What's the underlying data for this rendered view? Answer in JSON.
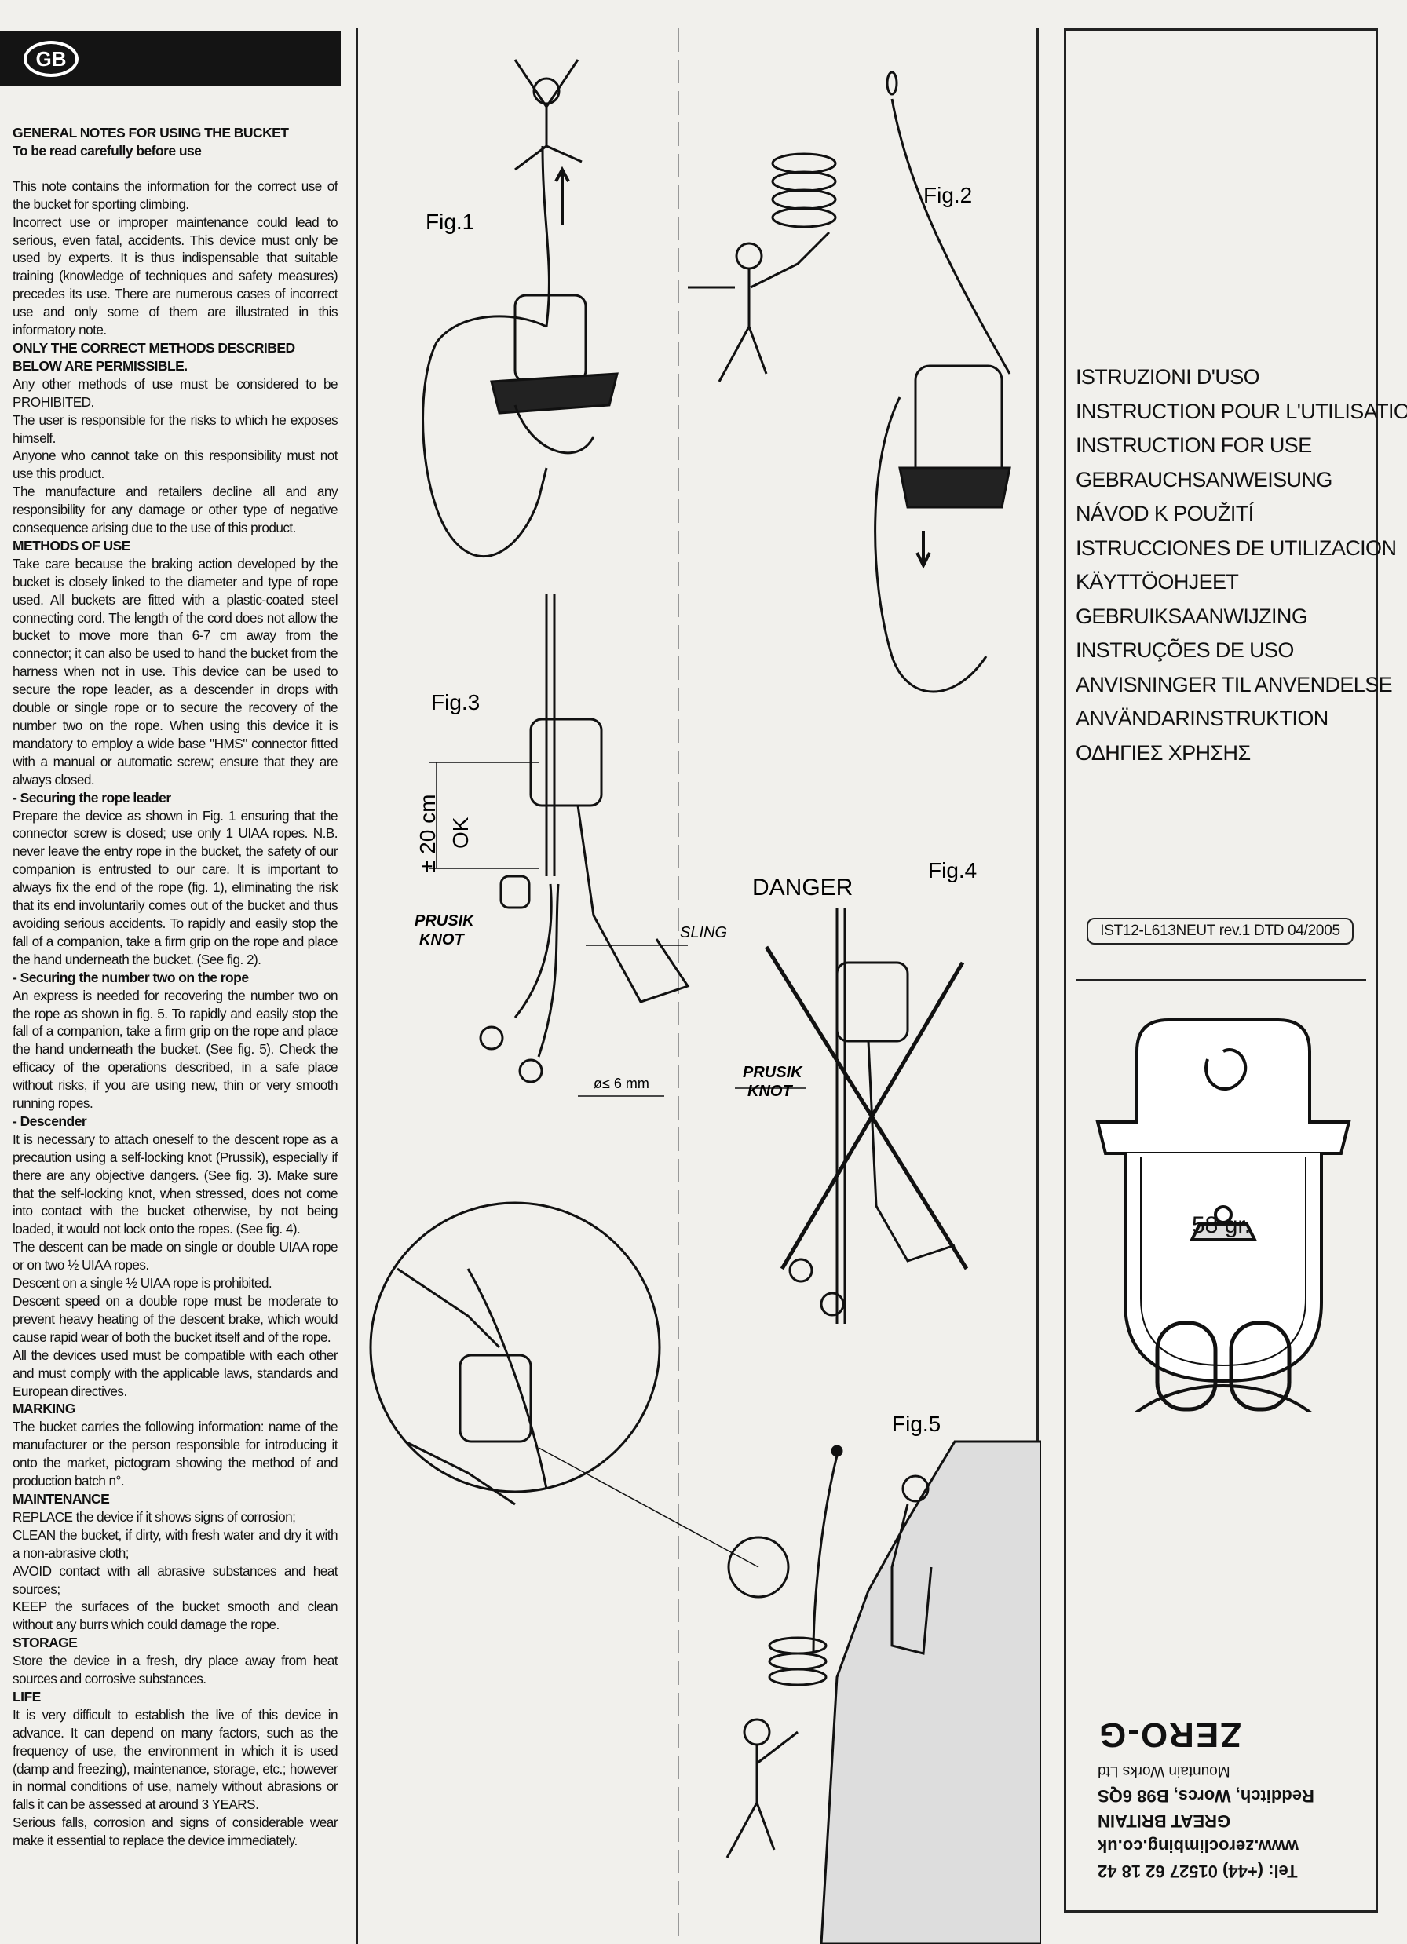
{
  "lang_badge": "GB",
  "left": {
    "title": "GENERAL NOTES FOR USING THE BUCKET",
    "subtitle": "To be read carefully before use",
    "intro": "This note contains the information for the correct use of the bucket for sporting climbing.",
    "p_incorrect": "Incorrect use or improper maintenance could lead to serious, even fatal, accidents. This device must only be used by experts. It is thus indispensable that suitable training (knowledge of techniques and safety measures) precedes its use. There are numerous cases of incorrect use and only some of them are illustrated in this informatory note.",
    "only_correct": "ONLY THE CORRECT METHODS DESCRIBED BELOW ARE PERMISSIBLE.",
    "p_prohibited": "Any other methods of use must be considered to be PROHIBITED.",
    "p_user_risk": "The user is responsible for the risks to which he exposes himself.",
    "p_anyone": "Anyone who cannot take on this responsibility must not use this product.",
    "p_manufacturer": "The manufacture and retailers decline all and any responsibility for any damage or other type of negative consequence arising due to the use of this product.",
    "h_methods": "METHODS OF USE",
    "p_methods": "Take care because the braking action developed by the bucket is closely linked to the diameter and type of rope used. All buckets are fitted with a plastic-coated steel connecting cord. The length of the cord does not allow the bucket to move more than 6-7 cm away from the connector; it can also be used to hand the bucket from the harness when not in use. This device can be used to secure the rope leader, as a descender in drops with double or single rope or to secure the recovery of the number two on the rope. When using this device it is mandatory to employ a wide base \"HMS\" connector fitted with a manual or automatic screw; ensure that they are always closed.",
    "h_leader": "- Securing the rope leader",
    "p_leader": "Prepare the device as shown in Fig. 1 ensuring that the connector screw is closed; use only 1 UIAA ropes. N.B. never leave the entry rope in the bucket, the safety of our companion is entrusted to our care. It is important to always fix the end of the rope (fig. 1), eliminating the risk that its end involuntarily comes out of the bucket and thus avoiding serious accidents. To rapidly and easily stop the fall of a companion, take a firm grip on the rope and place the hand underneath the bucket. (See fig. 2).",
    "h_number_two": "- Securing the number two on the rope",
    "p_number_two": "An express is needed for recovering the number two on the rope as shown in fig. 5. To rapidly and easily stop the fall of a companion, take a firm grip on the rope and place the hand underneath the bucket. (See fig. 5). Check the efficacy of the operations described, in a safe place without risks, if you are using new, thin or very smooth running ropes.",
    "h_descender": "- Descender",
    "p_descender": "It is necessary to attach oneself to the descent rope as a precaution using a self-locking knot (Prussik), especially if there are any objective dangers. (See fig. 3). Make sure that the self-locking knot, when stressed, does not come into contact with the bucket otherwise, by not being loaded, it would not lock onto the ropes. (See fig. 4).",
    "p_descent_single": "The descent can be made on single or double UIAA rope or on two ½ UIAA ropes.",
    "p_descent_prohibited": "Descent on a single ½ UIAA rope is prohibited.",
    "p_descent_speed": "Descent speed on a double rope must be moderate to prevent heavy heating of the descent brake, which would cause rapid wear of both the bucket itself and of the rope.",
    "p_compatible": "All the devices used must be compatible with each other and must comply with the applicable laws, standards and European directives.",
    "h_marking": "MARKING",
    "p_marking": "The bucket carries the following information: name of the manufacturer or the person responsible for introducing it onto the market, pictogram showing the method of and production batch n°.",
    "h_maintenance": "MAINTENANCE",
    "p_replace": "REPLACE the device if it shows signs of corrosion;",
    "p_clean": "CLEAN the bucket, if dirty, with fresh water and dry it with a non-abrasive cloth;",
    "p_avoid": "AVOID contact with all abrasive substances and heat sources;",
    "p_keep": "KEEP the surfaces of the bucket smooth and clean without any burrs which could damage the rope.",
    "h_storage": "STORAGE",
    "p_storage": "Store the device in a fresh, dry place away from heat sources and corrosive substances.",
    "h_life": "LIFE",
    "p_life": "It is very difficult to establish the live of this device in advance. It can depend on many factors, such as the frequency of use, the environment in which it is used (damp and freezing), maintenance, storage, etc.; however in normal conditions of use, namely without abrasions or falls it can be assessed at around 3 YEARS.",
    "p_serious": "Serious falls, corrosion and signs of considerable wear make it essential to replace the device immediately."
  },
  "figures": {
    "fig1": "Fig.1",
    "fig2": "Fig.2",
    "fig3": "Fig.3",
    "fig4": "Fig.4",
    "fig5": "Fig.5",
    "dim_height": "± 20 cm",
    "ok": "OK",
    "prusik_a": "PRUSIK",
    "knot_a": "KNOT",
    "sling": "SLING",
    "danger": "DANGER",
    "diameter": "ø≤ 6 mm",
    "prusik_b": "PRUSIK",
    "knot_b": "KNOT"
  },
  "right": {
    "languages": [
      "ISTRUZIONI D'USO",
      "INSTRUCTION POUR L'UTILISATION",
      "INSTRUCTION FOR USE",
      "GEBRAUCHSANWEISUNG",
      "NÁVOD K POUŽITÍ",
      "ISTRUCCIONES DE UTILIZACION",
      "KÄYTTÖOHJEET",
      "GEBRUIKSAANWIJZING",
      "INSTRUÇÕES DE USO",
      "ANVISNINGER TIL ANVENDELSE",
      "ANVÄNDARINSTRUKTION",
      "ΟΔΗΓΙΕΣ ΧΡΗΣΗΣ"
    ],
    "doc_ref": "IST12-L613NEUT rev.1 DTD 04/2005",
    "weight": "58 gr.",
    "company": {
      "brand": "ZERO-G",
      "name": "Mountain Works Ltd",
      "address": "Redditch, Worcs, B98 6QS",
      "country": "GREAT BRITAIN",
      "web": "www.zeroclimbing.co.uk",
      "tel": "Tel: (+44) 01527 62 18 42"
    }
  }
}
